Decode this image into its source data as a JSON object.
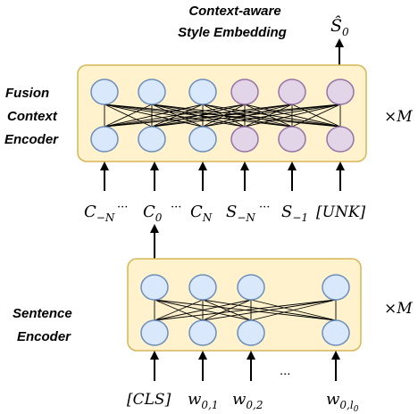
{
  "fusion_encoder": {
    "title_lines": [
      "Fusion",
      "Context",
      "Encoder"
    ],
    "repeat_label": "×M",
    "output_label_lines": [
      "Context-aware",
      "Style Embedding"
    ],
    "output_symbol": "Ŝ",
    "output_subscript": "0"
  },
  "sentence_encoder": {
    "title_lines": [
      "Sentence",
      "Encoder"
    ],
    "repeat_label": "×M"
  },
  "fusion_inputs": {
    "c_minus_n": {
      "base": "C",
      "sub": "−N"
    },
    "c_zero": {
      "base": "C",
      "sub": "0"
    },
    "c_n": {
      "base": "C",
      "sub": "N"
    },
    "s_minus_n": {
      "base": "S",
      "sub": "−N"
    },
    "s_minus_one": {
      "base": "S",
      "sub": "−1"
    },
    "unk": "[UNK]",
    "ellipsis": "···"
  },
  "sentence_inputs": {
    "cls": "[CLS]",
    "w01": {
      "base": "w",
      "sub": "0,1"
    },
    "w02": {
      "base": "w",
      "sub": "0,2"
    },
    "w0l0": {
      "base": "w",
      "sub": "0,l",
      "subsub": "0"
    },
    "ellipsis": "..."
  },
  "colors": {
    "box_fill": "#fff2cc",
    "box_stroke": "#d6b656",
    "blue_node_fill": "#dae8fc",
    "blue_node_stroke": "#6c8ebf",
    "purple_node_fill": "#e1d5e7",
    "purple_node_stroke": "#9673a6"
  }
}
